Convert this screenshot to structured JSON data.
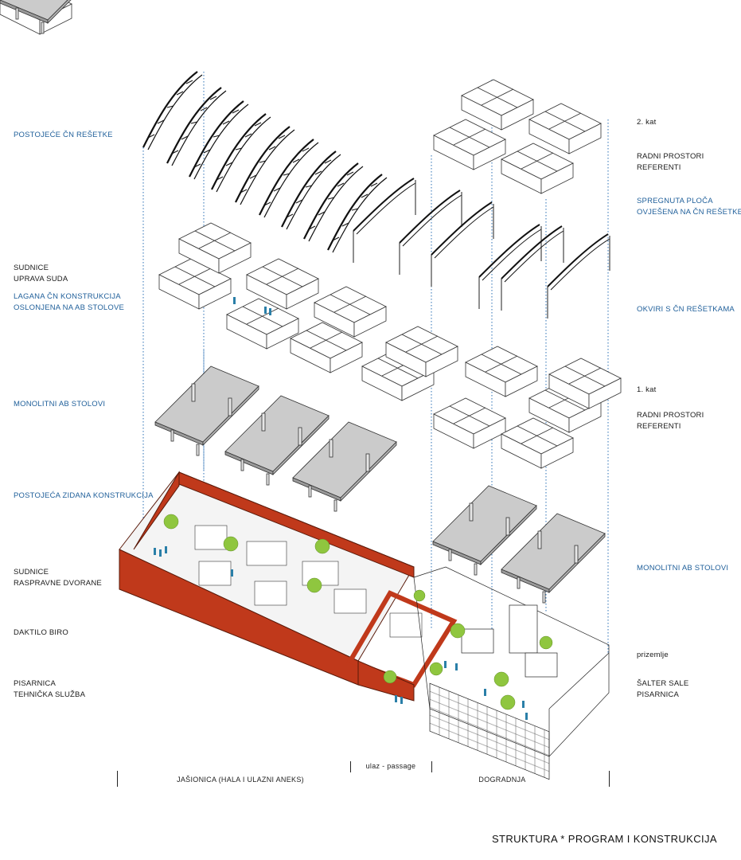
{
  "labels_left": [
    {
      "id": "postojece-cn-resetke",
      "lines": [
        "POSTOJEĆE ČN REŠETKE"
      ],
      "color": "blue"
    },
    {
      "id": "sudnice-uprava-suda",
      "lines": [
        "SUDNICE",
        "UPRAVA SUDA"
      ],
      "color": "black"
    },
    {
      "id": "lagana-cn-konstrukcija",
      "lines": [
        "LAGANA ČN KONSTRUKCIJA",
        "OSLONJENA NA AB STOLOVE"
      ],
      "color": "blue"
    },
    {
      "id": "monolitni-ab-stolovi-left",
      "lines": [
        "MONOLITNI AB STOLOVI"
      ],
      "color": "blue"
    },
    {
      "id": "postojeca-zidana-konstrukcija",
      "lines": [
        "POSTOJEĆA ZIDANA KONSTRUKCIJA"
      ],
      "color": "blue"
    },
    {
      "id": "sudnice-rasprawne-dvorane",
      "lines": [
        "SUDNICE",
        "RASPRAVNE DVORANE"
      ],
      "color": "black"
    },
    {
      "id": "daktilo-biro",
      "lines": [
        "DAKTILO BIRO"
      ],
      "color": "black"
    },
    {
      "id": "pisarnica-tehnicka-sluzba",
      "lines": [
        "PISARNICA",
        "TEHNIČKA SLUŽBA"
      ],
      "color": "black"
    }
  ],
  "labels_right": [
    {
      "id": "kat-2",
      "lines": [
        "2. kat"
      ],
      "color": "black"
    },
    {
      "id": "radni-prostori-referenti-2",
      "lines": [
        "RADNI PROSTORI",
        "REFERENTI"
      ],
      "color": "black"
    },
    {
      "id": "spregnuta-ploca",
      "lines": [
        "SPREGNUTA PLOČA",
        "OVJEŠENA NA ČN REŠETKE"
      ],
      "color": "blue"
    },
    {
      "id": "okviri-s-cn-resetkama",
      "lines": [
        "OKVIRI S ČN REŠETKAMA"
      ],
      "color": "blue"
    },
    {
      "id": "kat-1",
      "lines": [
        "1. kat"
      ],
      "color": "black"
    },
    {
      "id": "radni-prostori-referenti-1",
      "lines": [
        "RADNI PROSTORI",
        "REFERENTI"
      ],
      "color": "black"
    },
    {
      "id": "monolitni-ab-stolovi-right",
      "lines": [
        "MONOLITNI AB STOLOVI"
      ],
      "color": "blue"
    },
    {
      "id": "prizemlje",
      "lines": [
        "prizemlje"
      ],
      "color": "black"
    },
    {
      "id": "salter-sale-pisarnica",
      "lines": [
        "ŠALTER SALE",
        "PISARNICA"
      ],
      "color": "black"
    }
  ],
  "bottom_sections": [
    {
      "id": "jasionica",
      "label": "JAŠIONICA (HALA I ULAZNI ANEKS)"
    },
    {
      "id": "ulaz-passage",
      "label": "ulaz - passage"
    },
    {
      "id": "dogradnja",
      "label": "DOGRADNJA"
    }
  ],
  "title": "STRUKTURA  *  PROGRAM I KONSTRUKCIJA",
  "colors": {
    "label_blue": "#1f5f9a",
    "label_black": "#1a1a1a",
    "brick_red": "#c0391b",
    "slab_gray": "#c9c9c9",
    "tree_green": "#8fc63f",
    "people_blue": "#2a7fa8"
  }
}
